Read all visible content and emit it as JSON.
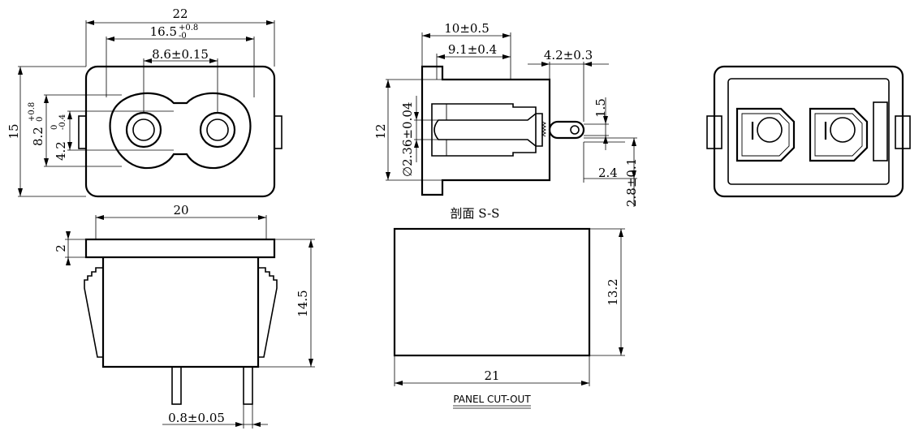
{
  "front_view": {
    "width": "22",
    "tol_width": "16.5",
    "tol_width_upper": "+0.8",
    "tol_width_lower": "-0",
    "pin_spacing": "8.6±0.15",
    "height": "15",
    "inner_height": "8.2",
    "inner_height_upper": "+0.8",
    "inner_height_lower": "0",
    "slot_height": "4.2",
    "slot_height_upper": "0",
    "slot_height_lower": "-0.4"
  },
  "section_view": {
    "depth": "10±0.5",
    "body_depth": "9.1±0.4",
    "tab_length": "4.2±0.3",
    "height": "12",
    "pin_diameter": "∅2.36±0.04",
    "hole_diameter": "1.5",
    "tab_offset": "2.4",
    "tab_thickness": "2.8±0.1",
    "label": "剖面 S-S"
  },
  "side_view": {
    "width": "20",
    "flange": "2",
    "height": "14.5",
    "pin_width": "0.8±0.05"
  },
  "cutout": {
    "width": "21",
    "height": "13.2",
    "label": "PANEL CUT-OUT"
  }
}
